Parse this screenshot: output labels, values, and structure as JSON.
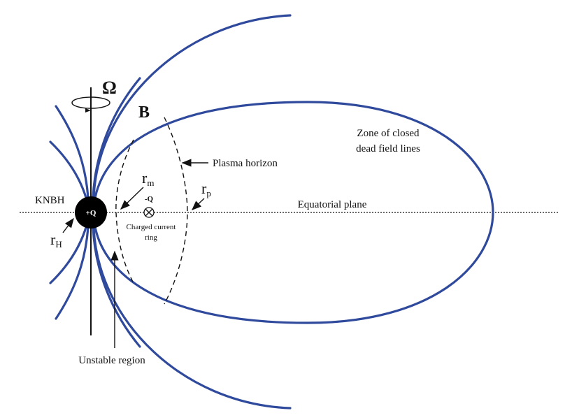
{
  "labels": {
    "omega": "Ω",
    "b_field": "B",
    "zone_line1": "Zone of closed",
    "zone_line2": "dead field lines",
    "plasma_horizon": "Plasma horizon",
    "r_m_main": "r",
    "r_m_sub": "m",
    "r_p_main": "r",
    "r_p_sub": "p",
    "r_h_main": "r",
    "r_h_sub": "H",
    "equatorial_plane": "Equatorial plane",
    "knbh": "KNBH",
    "plus_q": "+Q",
    "minus_q": "-Q",
    "ring_line1": "Charged current",
    "ring_line2": "ring",
    "unstable_region": "Unstable region"
  },
  "colors": {
    "field_lines": "#2f4a9c"
  }
}
